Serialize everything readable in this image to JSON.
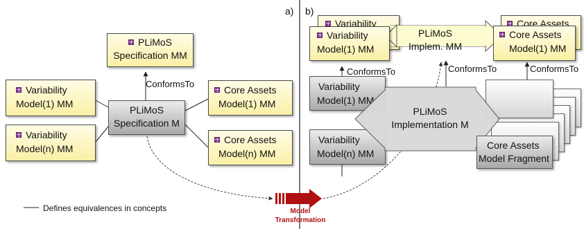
{
  "panels": {
    "a_label": "a)",
    "b_label": "b)"
  },
  "left": {
    "spec_mm": {
      "line1": "PLiMoS",
      "line2": "Specification MM"
    },
    "conforms_to": "ConformsTo",
    "spec_m": {
      "line1": "PLiMoS",
      "line2": "Specification M"
    },
    "var1_mm": {
      "line1": "Variability",
      "line2": "Model(1) MM"
    },
    "varn_mm": {
      "line1": "Variability",
      "line2": "Model(n) MM"
    },
    "core1_mm": {
      "line1": "Core Assets",
      "line2": "Model(1) MM"
    },
    "coren_mm": {
      "line1": "Core Assets",
      "line2": "Model(n) MM"
    }
  },
  "right": {
    "var_back": "Variability",
    "core_back": "Core Assets",
    "var_mm": {
      "line1": "Variability",
      "line2": "Model(1) MM"
    },
    "impl_mm": {
      "line1": "PLiMoS",
      "line2": "Implem. MM"
    },
    "core_mm": {
      "line1": "Core Assets",
      "line2": "Model(1) MM"
    },
    "conforms_1": "ConformsTo",
    "conforms_2": "ConformsTo",
    "conforms_3": "ConformsTo",
    "var1_m": {
      "line1": "Variability",
      "line2": "Model(1) MM"
    },
    "varn_m": {
      "line1": "Variability",
      "line2": "Model(n) MM"
    },
    "impl_m": {
      "line1": "PLiMoS",
      "line2": "Implementation M"
    },
    "fragment": {
      "line1": "Core Assets",
      "line2": "Model Fragment"
    }
  },
  "transformation": {
    "line1": "Model",
    "line2": "Transformation"
  },
  "legend": "Defines equivalences in concepts",
  "colors": {
    "accent_red": "#b01010",
    "yellow_box": "#faf0a6",
    "gray_box": "#a9a9a9"
  },
  "icons": {
    "class_icon": "uml-class-icon"
  }
}
